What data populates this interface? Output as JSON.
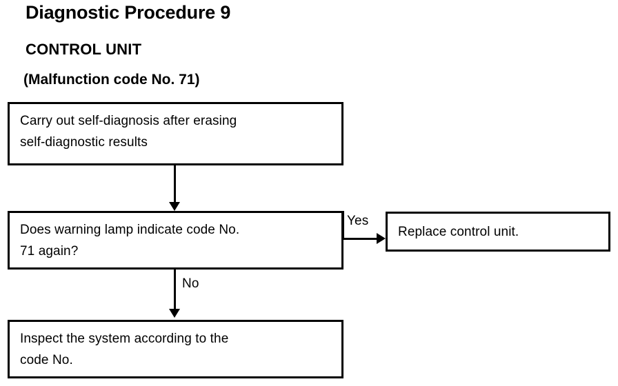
{
  "document": {
    "title": "Diagnostic Procedure 9",
    "section_heading": "CONTROL UNIT",
    "section_subheading": "(Malfunction code No. 71)"
  },
  "colors": {
    "background": "#ffffff",
    "ink": "#000000",
    "box_border": "#000000"
  },
  "flowchart": {
    "type": "flowchart",
    "nodes": [
      {
        "id": "start",
        "text": "Carry out self-diagnosis after erasing\nself-diagnostic results"
      },
      {
        "id": "question",
        "text": "Does warning lamp indicate code No.\n71 again?"
      },
      {
        "id": "replace",
        "text": "Replace control unit."
      },
      {
        "id": "inspect",
        "text": "Inspect the system according to the\ncode No."
      }
    ],
    "edges": [
      {
        "from": "start",
        "to": "question",
        "label": "",
        "direction": "down"
      },
      {
        "from": "question",
        "to": "replace",
        "label": "Yes",
        "direction": "right"
      },
      {
        "from": "question",
        "to": "inspect",
        "label": "No",
        "direction": "down"
      }
    ]
  }
}
